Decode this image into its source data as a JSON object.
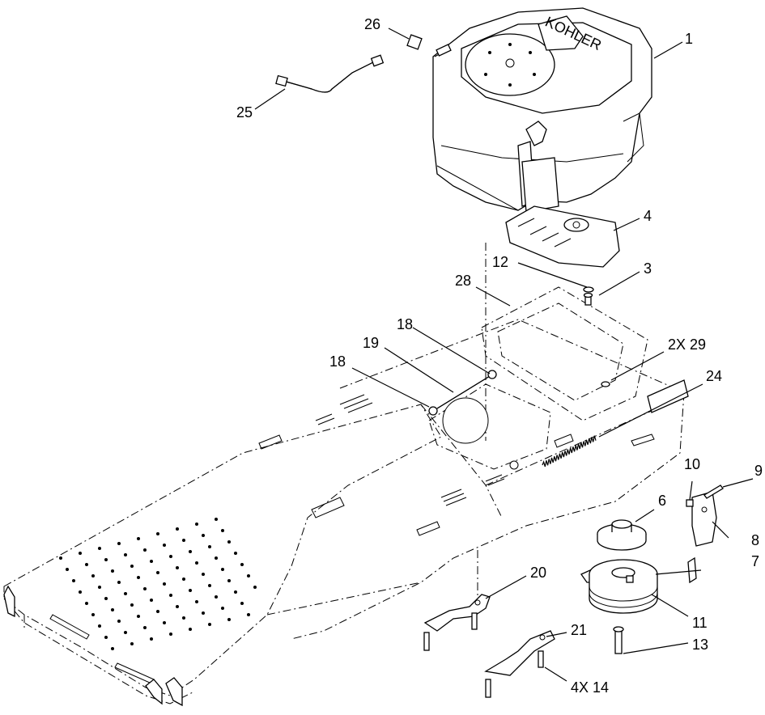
{
  "diagram": {
    "brand_mark": "KOHLER",
    "callouts": [
      {
        "id": "c1",
        "text": "1"
      },
      {
        "id": "c3",
        "text": "3"
      },
      {
        "id": "c4",
        "text": "4"
      },
      {
        "id": "c6",
        "text": "6"
      },
      {
        "id": "c7",
        "text": "7"
      },
      {
        "id": "c8",
        "text": "8"
      },
      {
        "id": "c9",
        "text": "9"
      },
      {
        "id": "c10",
        "text": "10"
      },
      {
        "id": "c11",
        "text": "11"
      },
      {
        "id": "c12",
        "text": "12"
      },
      {
        "id": "c13",
        "text": "13"
      },
      {
        "id": "c14",
        "text": "4X 14"
      },
      {
        "id": "c18a",
        "text": "18"
      },
      {
        "id": "c18b",
        "text": "18"
      },
      {
        "id": "c19",
        "text": "19"
      },
      {
        "id": "c20",
        "text": "20"
      },
      {
        "id": "c21",
        "text": "21"
      },
      {
        "id": "c24",
        "text": "24"
      },
      {
        "id": "c25",
        "text": "25"
      },
      {
        "id": "c26",
        "text": "26"
      },
      {
        "id": "c28",
        "text": "28"
      },
      {
        "id": "c29",
        "text": "2X 29"
      }
    ]
  }
}
